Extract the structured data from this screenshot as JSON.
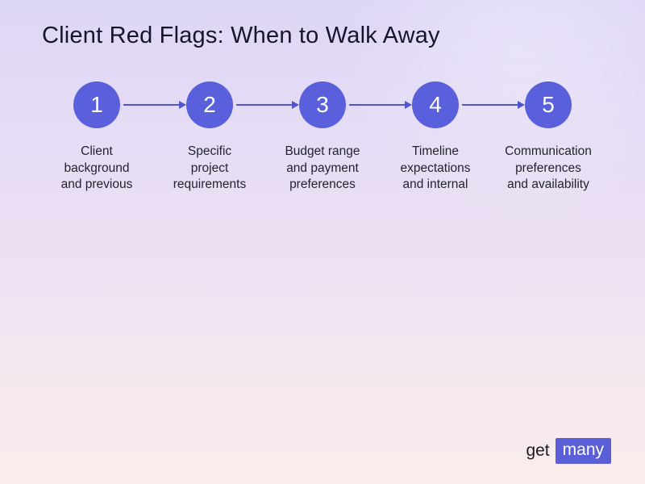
{
  "slide": {
    "title": "Client Red Flags: When to Walk Away"
  },
  "steps": [
    {
      "number": "1",
      "label": "Client\nbackground\nand previous"
    },
    {
      "number": "2",
      "label": "Specific\nproject\nrequirements"
    },
    {
      "number": "3",
      "label": "Budget range\nand payment\npreferences"
    },
    {
      "number": "4",
      "label": "Timeline\nexpectations\nand internal"
    },
    {
      "number": "5",
      "label": "Communication\npreferences\nand availability"
    }
  ],
  "logo": {
    "get": "get",
    "many": "many"
  },
  "colors": {
    "circle_fill": "#5A5FDC",
    "arrow": "#5056D0",
    "title_text": "#16162B",
    "label_text": "#23232E",
    "background_top": "#DED6F7",
    "background_bottom": "#FBEDEC",
    "logo_badge": "#5A5FD8"
  }
}
